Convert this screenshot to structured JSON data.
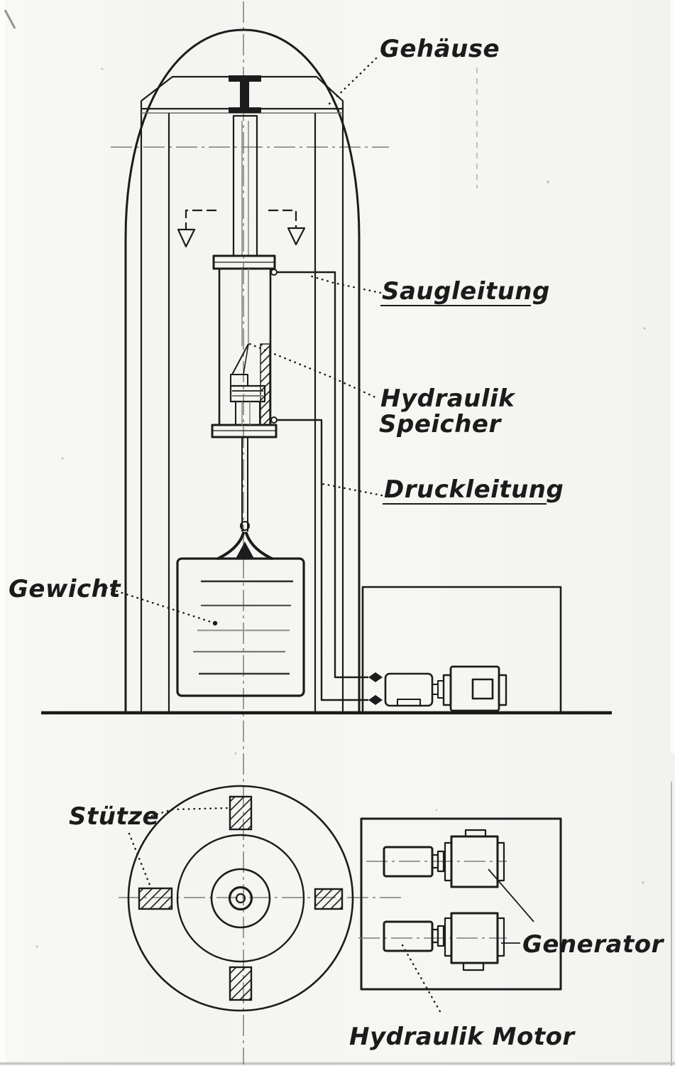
{
  "labels": {
    "gehaeuse": "Gehäuse",
    "saugleitung": "Saugleitung",
    "hydraulik_speicher_line1": "Hydraulik",
    "hydraulik_speicher_line2": "Speicher",
    "druckleitung": "Druckleitung",
    "gewicht": "Gewicht",
    "stuetze": "Stütze",
    "generator": "Generator",
    "hydraulik_motor": "Hydraulik Motor"
  },
  "colors": {
    "paper": "#f5f5f2",
    "ink": "#1c1c1c",
    "centerline": "#7c7c7c"
  }
}
